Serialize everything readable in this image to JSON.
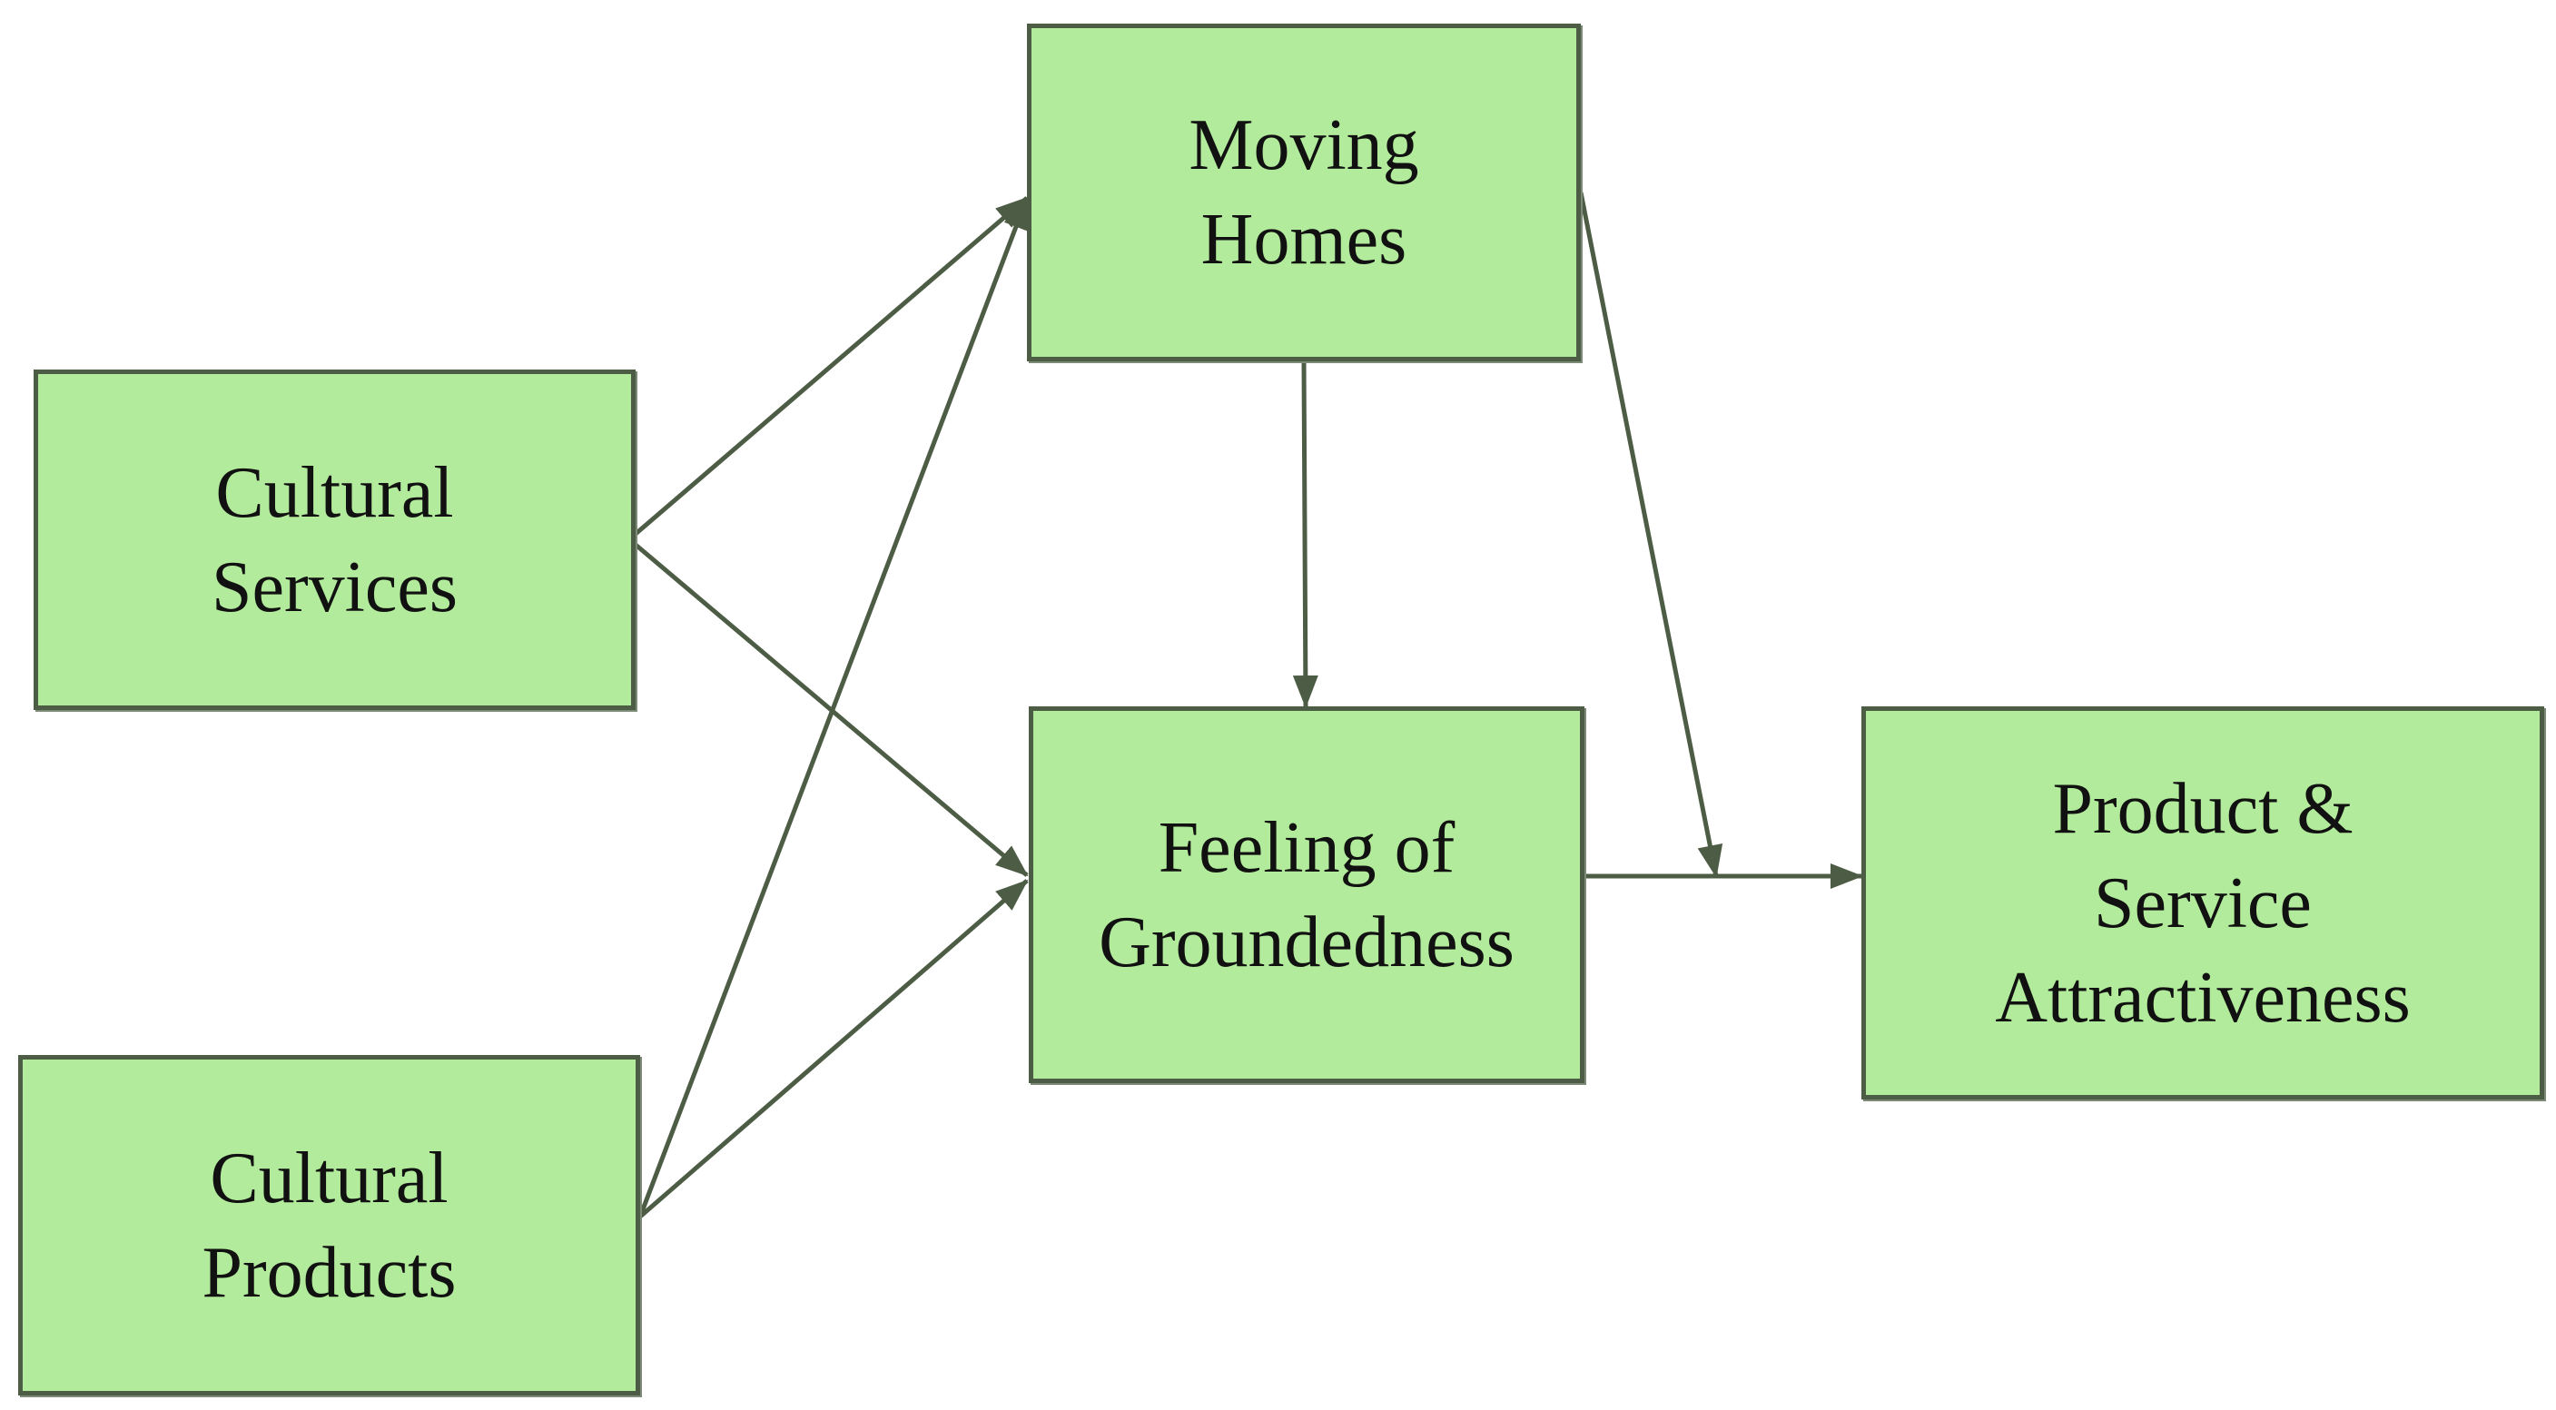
{
  "diagram": {
    "nodes": [
      {
        "id": "moving-homes",
        "label": "Moving\nHomes"
      },
      {
        "id": "cultural-services",
        "label": "Cultural\nServices"
      },
      {
        "id": "feeling-groundedness",
        "label": "Feeling of\nGroundedness"
      },
      {
        "id": "product-service",
        "label": "Product &\nService\nAttractiveness"
      },
      {
        "id": "cultural-products",
        "label": "Cultural\nProducts"
      }
    ],
    "edges": [
      {
        "from": "cultural-services",
        "to": "moving-homes"
      },
      {
        "from": "cultural-services",
        "to": "feeling-groundedness"
      },
      {
        "from": "cultural-products",
        "to": "moving-homes"
      },
      {
        "from": "cultural-products",
        "to": "feeling-groundedness"
      },
      {
        "from": "moving-homes",
        "to": "feeling-groundedness"
      },
      {
        "from": "feeling-groundedness",
        "to": "product-service"
      },
      {
        "from": "moving-homes",
        "to": "feeling-groundedness->product-service",
        "type": "moderation"
      }
    ],
    "colors": {
      "node_fill": "#b3eb9c",
      "node_border": "#4d5c45",
      "edge": "#4d5c45",
      "text": "#111111"
    }
  }
}
